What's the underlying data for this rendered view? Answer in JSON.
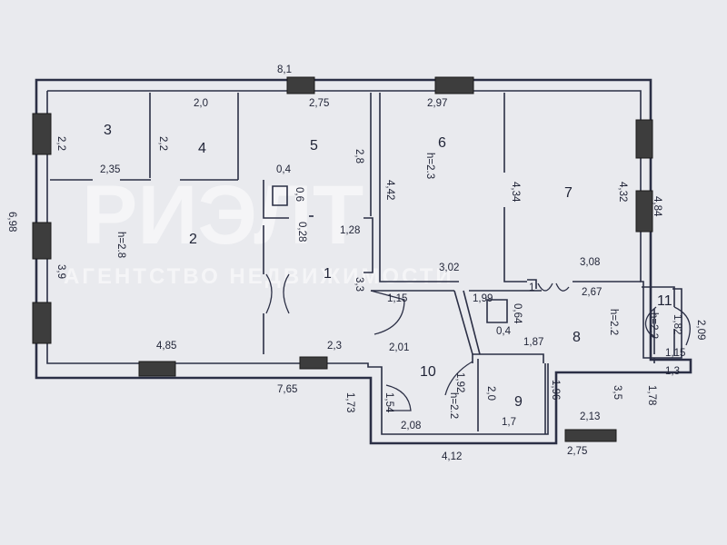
{
  "watermark": {
    "brand": "РИЭЛТ",
    "tagline": "АГЕНТСТВО НЕДВИЖИМОСТИ"
  },
  "rooms": [
    {
      "number": "1"
    },
    {
      "number": "2",
      "height": "h=2.8"
    },
    {
      "number": "3"
    },
    {
      "number": "4"
    },
    {
      "number": "5"
    },
    {
      "number": "6",
      "height": "h=2.3"
    },
    {
      "number": "7"
    },
    {
      "number": "8",
      "height": "h=2.2"
    },
    {
      "number": "9",
      "height": "h=2.2"
    },
    {
      "number": "10"
    },
    {
      "number": "11",
      "height": "h=2.2"
    }
  ],
  "dimensions": {
    "total_top": "8,1",
    "total_left": "6,98",
    "bottom_left": "7,65",
    "bottom_mid": "4,12",
    "bottom_right": "2,75",
    "r3_h": "2,2",
    "r3_w": "2,35",
    "r4_w": "2,0",
    "r4_h": "2,2",
    "r5_w": "2,75",
    "r5_h": "2,8",
    "d04": "0,4",
    "d06": "0,6",
    "d028": "0,28",
    "d128": "1,28",
    "r2_h": "3,9",
    "r2_w": "4,85",
    "r1_h": "3,3",
    "r1_w": "2,3",
    "r6_w": "2,97",
    "r6_h": "4,42",
    "r6_b": "3,02",
    "r7_l": "4,34",
    "r7_r": "4,32",
    "r7_b": "3,08",
    "right_ext": "4,84",
    "r10_a": "1,15",
    "r10_b": "2,01",
    "r10_c": "1,54",
    "r10_d": "1,73",
    "r10_e": "2,08",
    "r10_f": "1,92",
    "r8_a": "1,99",
    "r8_b": "0,64",
    "r8_c": "0,4",
    "r8_d": "2,67",
    "r8_e": "1,87",
    "r8_f": "1,96",
    "r8_g": "2,13",
    "r8_h": "3,5",
    "r8_i": "1,78",
    "r9_w": "2,0",
    "r9_b": "1,7",
    "r11_a": "1,82",
    "r11_b": "2,09",
    "r11_c": "1,15",
    "r11_d": "1,3",
    "small_1": "1"
  }
}
